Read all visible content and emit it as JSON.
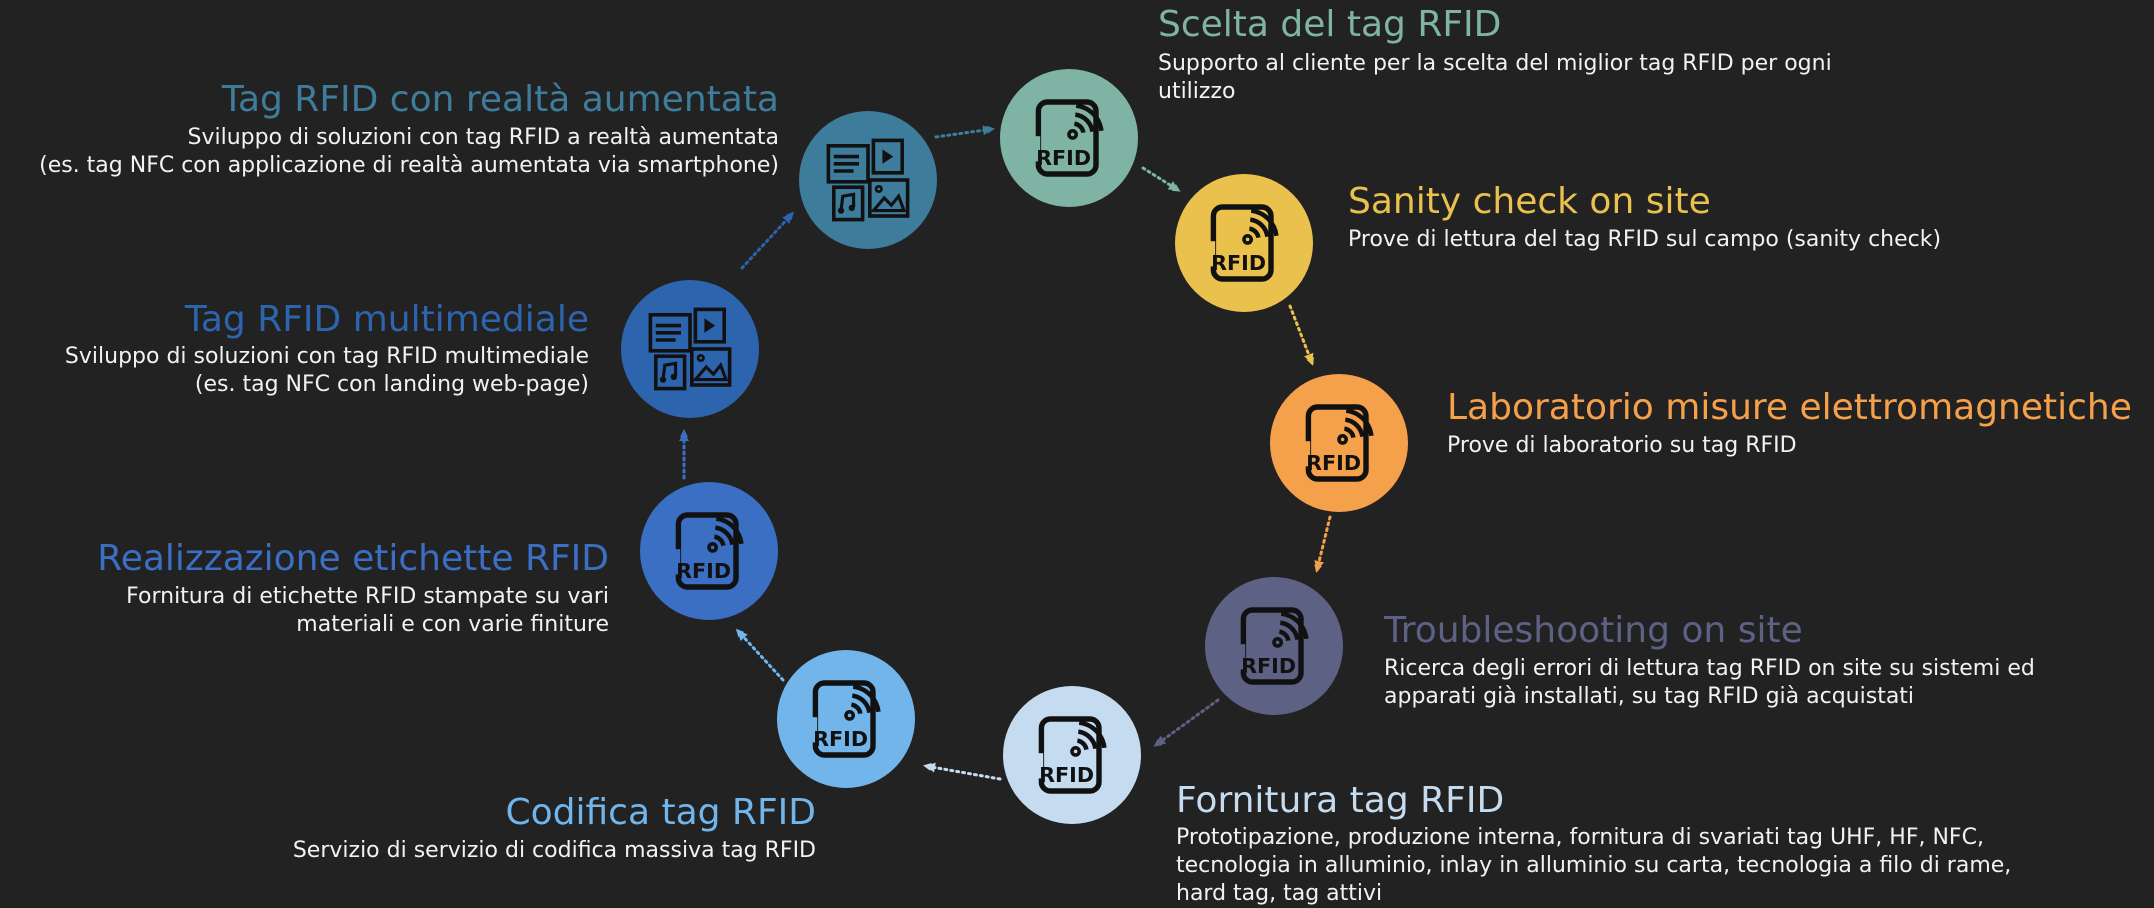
{
  "steps": [
    {
      "title": "Scelta del tag RFID",
      "desc": "Supporto al cliente per la scelta del miglior tag RFID per ogni utilizzo",
      "color": "#7FB3A3",
      "icon": "rfid-icon"
    },
    {
      "title": "Sanity check on site",
      "desc": "Prove di lettura del tag RFID sul campo (sanity check)",
      "color": "#EAC14D",
      "icon": "rfid-icon"
    },
    {
      "title": "Laboratorio misure elettromagnetiche",
      "desc": "Prove di laboratorio su tag RFID",
      "color": "#F5A04A",
      "icon": "rfid-icon"
    },
    {
      "title": "Troubleshooting on site",
      "desc": "Ricerca degli errori di lettura tag RFID on site su sistemi ed apparati già installati, su tag RFID già acquistati",
      "color": "#5D6284",
      "icon": "rfid-icon"
    },
    {
      "title": "Fornitura tag RFID",
      "desc": "Prototipazione, produzione interna, fornitura di svariati tag UHF, HF, NFC, tecnologia in alluminio, inlay in alluminio su carta, tecnologia a filo di rame, hard tag, tag attivi",
      "color": "#C5DCF0",
      "icon": "rfid-icon"
    },
    {
      "title": "Codifica tag RFID",
      "desc": "Servizio di servizio di codifica massiva tag RFID",
      "color": "#72B5EB",
      "icon": "rfid-icon"
    },
    {
      "title": "Realizzazione etichette RFID",
      "desc": "Fornitura di etichette RFID stampate su vari materiali e con varie finiture",
      "color": "#3B6FC4",
      "icon": "rfid-icon"
    },
    {
      "title": "Tag RFID multimediale",
      "desc1": "Sviluppo di soluzioni con tag RFID multimediale",
      "desc2": "(es. tag NFC con landing web-page)",
      "color": "#2D64AE",
      "icon": "multimedia-icon"
    },
    {
      "title": "Tag RFID con realtà aumentata",
      "desc1": "Sviluppo di soluzioni con tag RFID a realtà aumentata",
      "desc2": "(es. tag NFC con applicazione di realtà aumentata via smartphone)",
      "color": "#3E7C9C",
      "icon": "multimedia-icon"
    }
  ],
  "icon_text": "RFID"
}
